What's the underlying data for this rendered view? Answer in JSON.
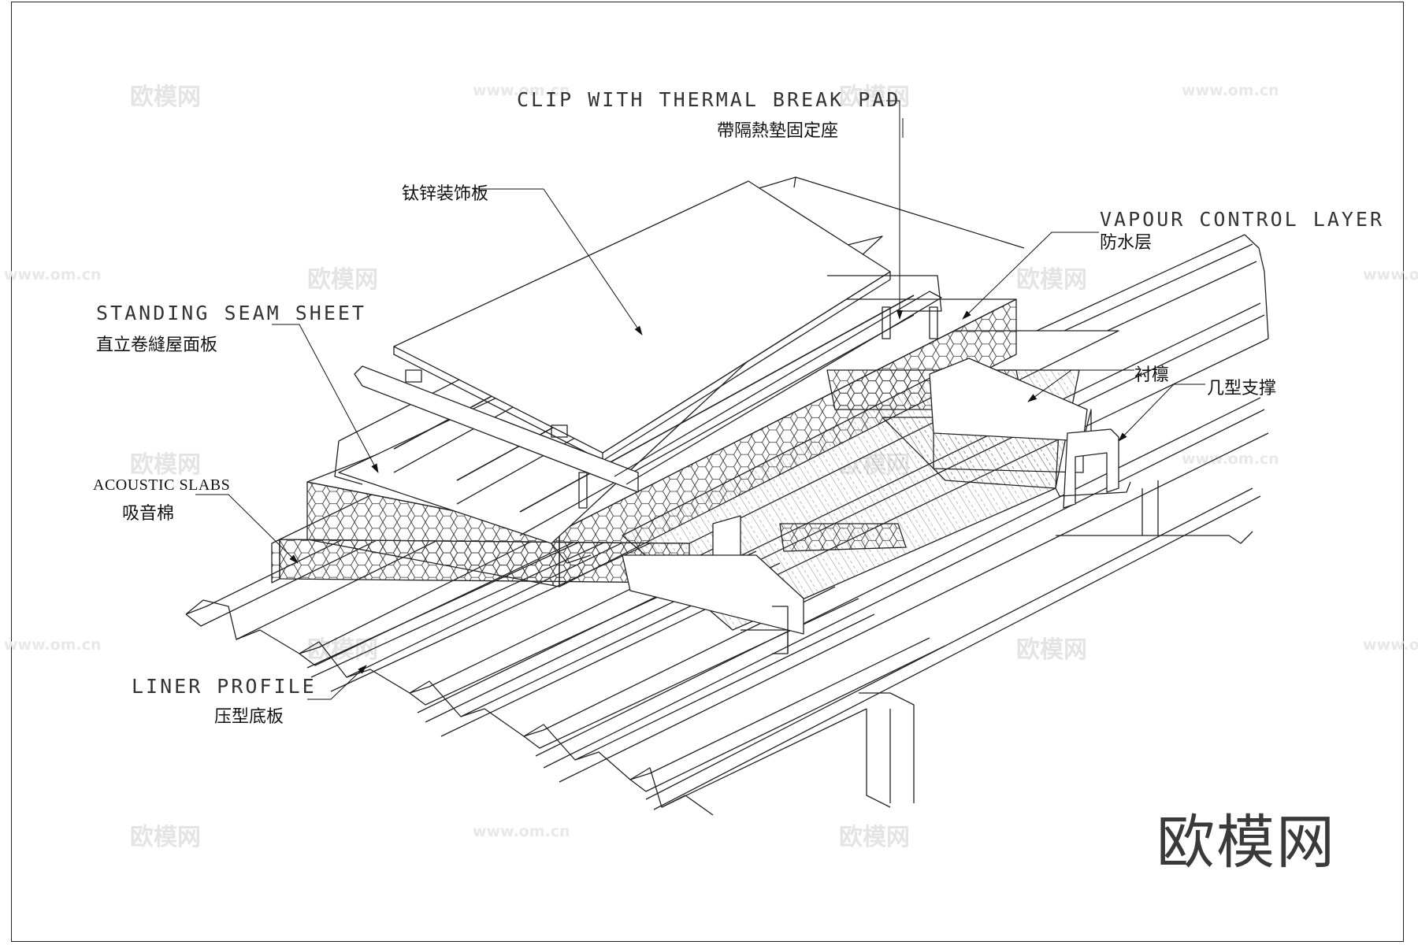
{
  "labels": {
    "clip_en": "CLIP WITH THERMAL BREAK PAD",
    "clip_zh": "帶隔熱墊固定座",
    "titanium_zh": "钛锌装饰板",
    "vapour_en": "VAPOUR CONTROL LAYER",
    "vapour_zh": "防水层",
    "standing_en": "STANDING SEAM SHEET",
    "standing_zh": "直立卷縫屋面板",
    "purlin_zh": "衬檩",
    "bracket_zh": "几型支撑",
    "acoustic_en": "ACOUSTIC SLABS",
    "acoustic_zh": "吸音棉",
    "liner_en": "LINER PROFILE",
    "liner_zh": "压型底板"
  },
  "watermark": {
    "brand": "欧模网",
    "url": "www.om.cn"
  }
}
